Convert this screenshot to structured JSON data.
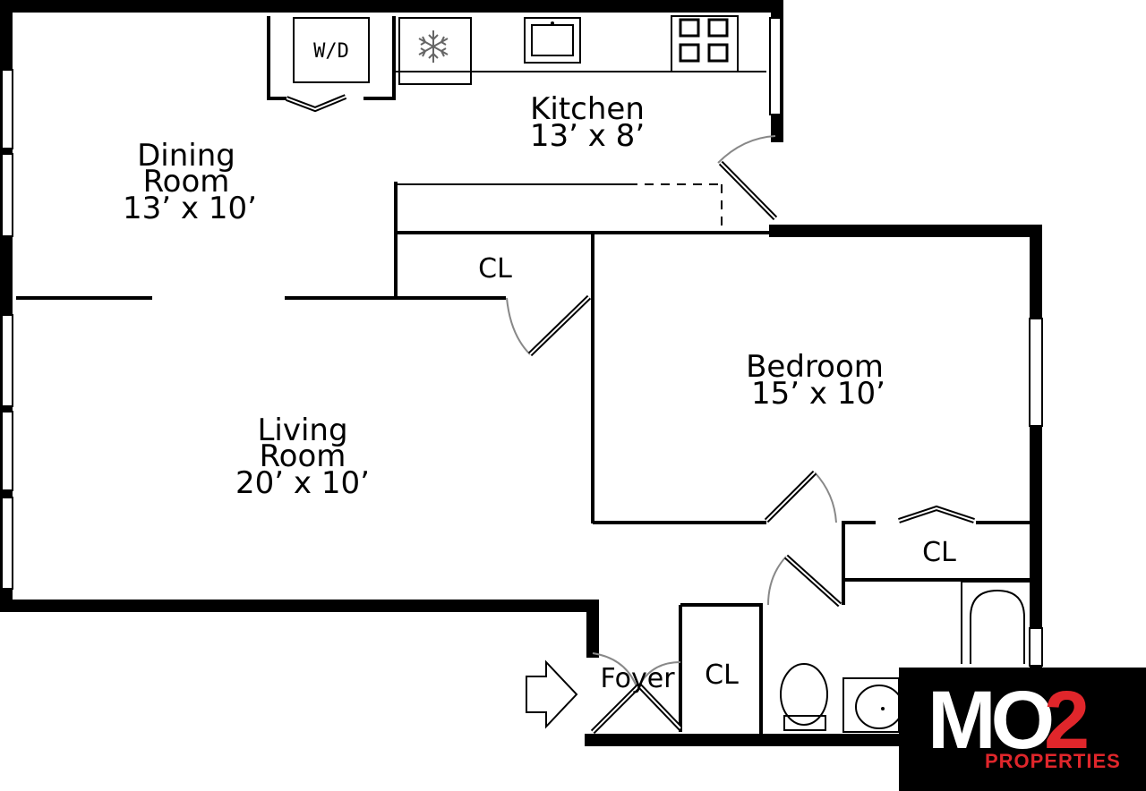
{
  "rooms": {
    "kitchen": {
      "name": "Kitchen",
      "size": "13’ x 8’"
    },
    "dining": {
      "name_line1": "Dining",
      "name_line2": "Room",
      "size": "13’ x 10’"
    },
    "living": {
      "name_line1": "Living",
      "name_line2": "Room",
      "size": "20’ x 10’"
    },
    "bedroom": {
      "name": "Bedroom",
      "size": "15’ x 10’"
    },
    "foyer": {
      "name": "Foyer"
    },
    "closets": [
      "CL",
      "CL",
      "CL"
    ]
  },
  "appliances": {
    "washer_dryer": "W/D",
    "freezer_icon": "snowflake-icon"
  },
  "logo": {
    "main_text_white": "MO",
    "main_text_red": "2",
    "sub_text": "PROPERTIES",
    "colors": {
      "background": "#000000",
      "mo": "#ffffff",
      "accent": "#e0262b"
    }
  }
}
